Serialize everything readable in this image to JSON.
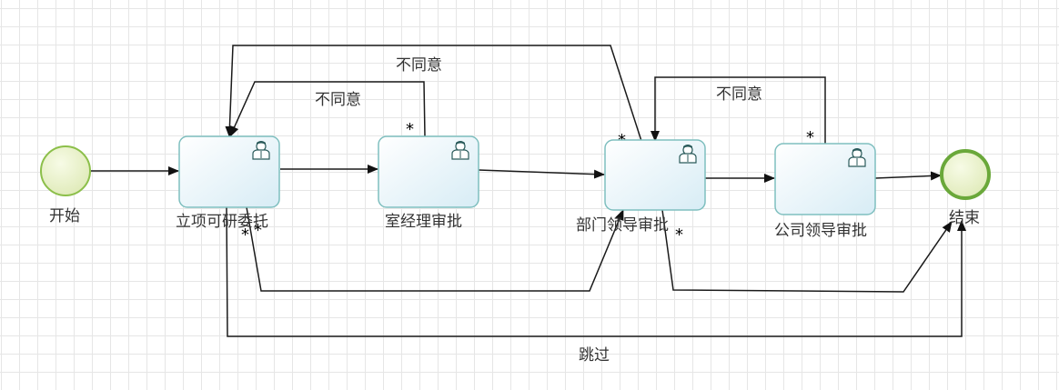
{
  "nodes": {
    "start": {
      "label": "开始"
    },
    "task1": {
      "label": "立项可研委托"
    },
    "task2": {
      "label": "室经理审批"
    },
    "task3": {
      "label": "部门领导审批"
    },
    "task4": {
      "label": "公司领导审批"
    },
    "end": {
      "label": "结束"
    }
  },
  "flows": {
    "reject_task2": "不同意",
    "reject_task3": "不同意",
    "reject_task4": "不同意",
    "skip": "跳过"
  },
  "multiplicity_marker": "*",
  "icons": {
    "task": "user-task-icon"
  }
}
